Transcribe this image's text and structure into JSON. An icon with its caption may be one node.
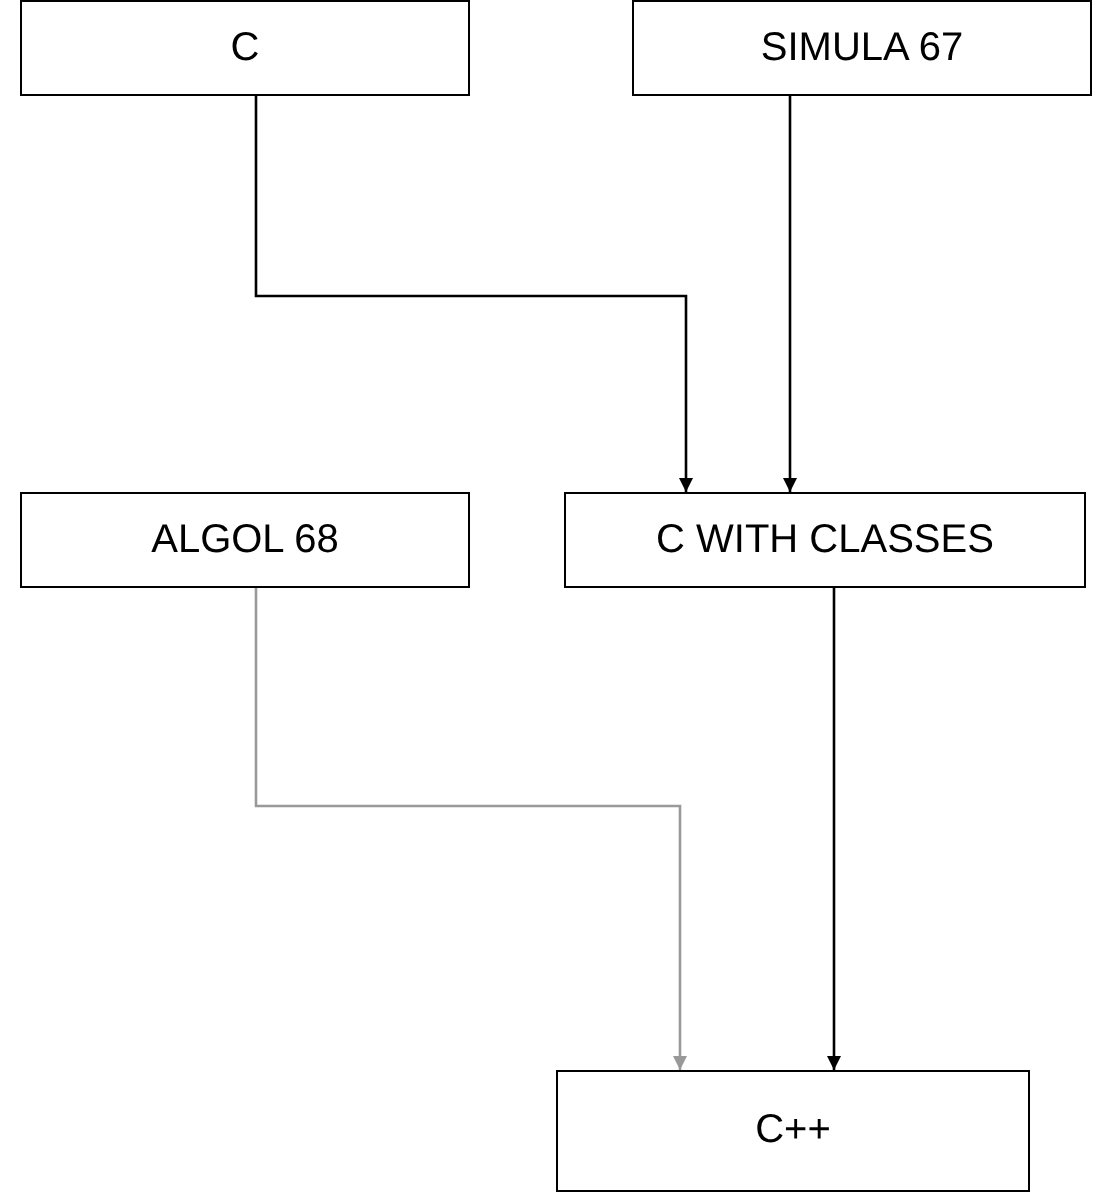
{
  "diagram": {
    "nodes": [
      {
        "text": [
          "C"
        ]
      },
      {
        "text": [
          "SIMULA 67"
        ]
      },
      {
        "text": [
          "ALGOL 68"
        ]
      },
      {
        "text": [
          "C WITH CLASSES"
        ]
      },
      {
        "text": [
          "C++"
        ]
      }
    ],
    "edges": [
      {
        "from": 0,
        "to": 3,
        "arrow": "to"
      },
      {
        "from": 1,
        "to": 3,
        "arrow": "to"
      },
      {
        "from": 2,
        "to": 4,
        "arrow": "to",
        "color": "#999999"
      },
      {
        "from": 3,
        "to": 4,
        "arrow": "to"
      }
    ]
  }
}
